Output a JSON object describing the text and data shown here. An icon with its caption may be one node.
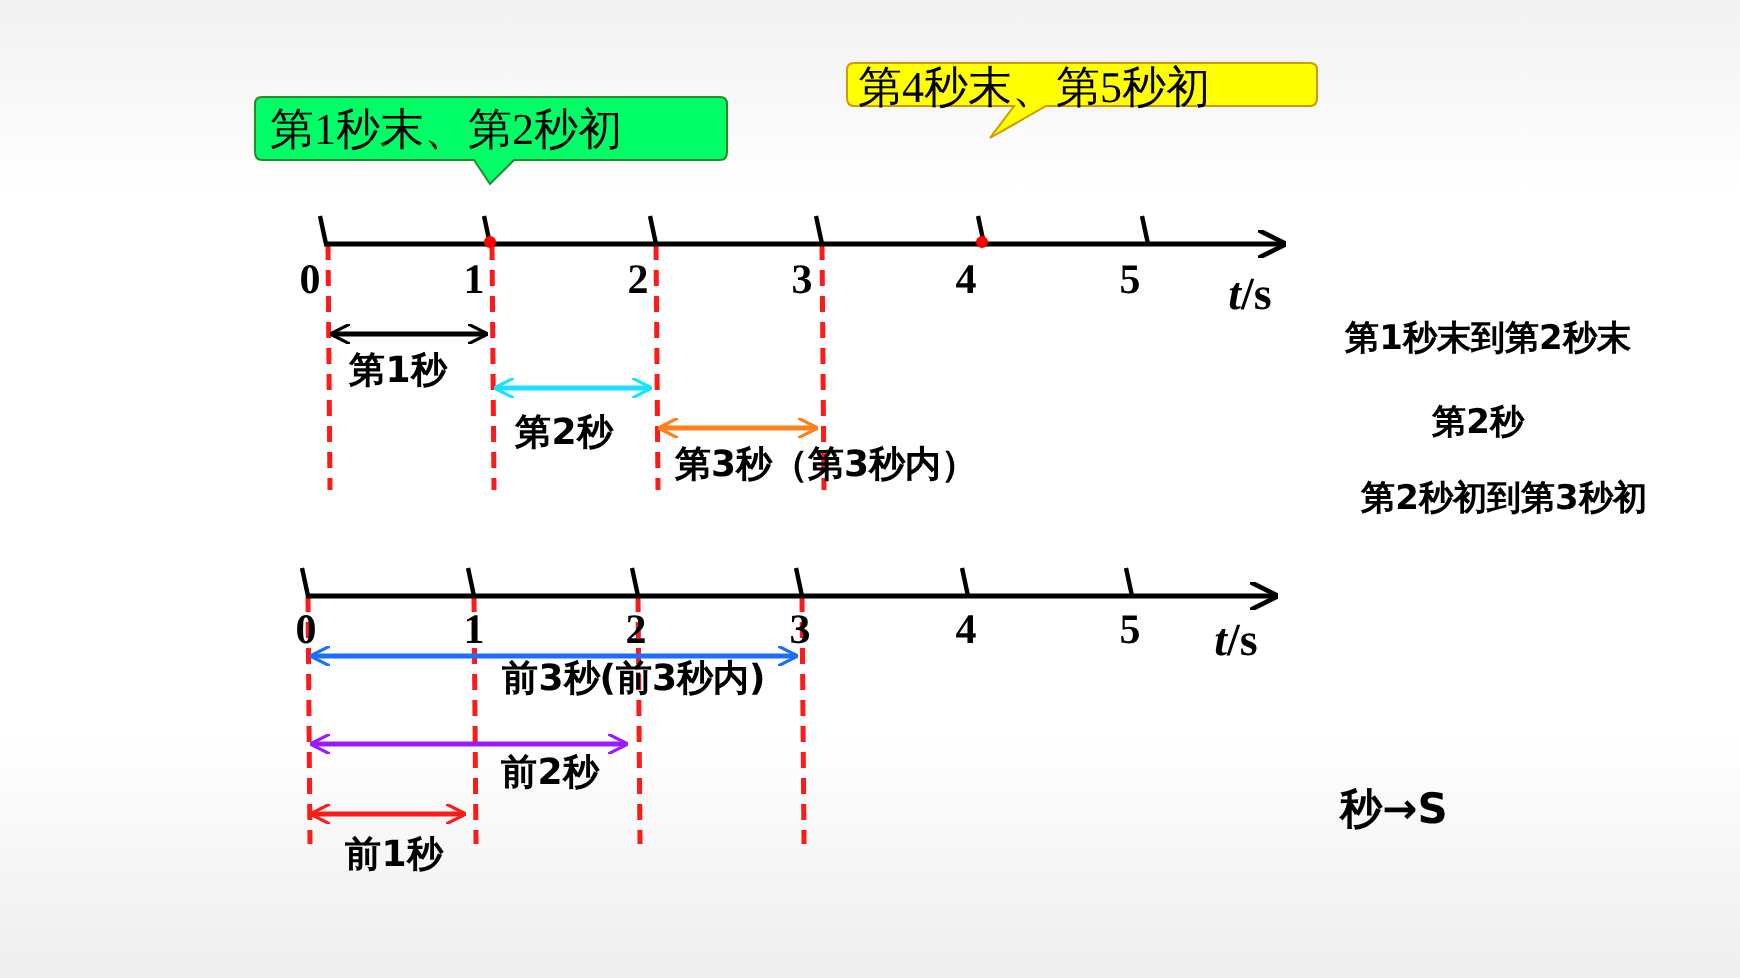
{
  "diagram": {
    "nodes": [
      {
        "text": [
          "第1秒末、第2秒初"
        ]
      },
      {
        "text": [
          "第4秒末、第5秒初"
        ]
      }
    ],
    "labels": [
      "0",
      "1",
      "2",
      "3",
      "4",
      "5",
      "*t*/s",
      "第1秒",
      "第2秒",
      "第3秒（第3秒内）",
      "第1秒末到第2秒末",
      "第2秒",
      "第2秒初到第3秒初",
      "0",
      "1",
      "2",
      "3",
      "4",
      "5",
      "*t*/s",
      "前3秒(前3秒内)",
      "前2秒",
      "前1秒",
      "秒→S"
    ]
  }
}
